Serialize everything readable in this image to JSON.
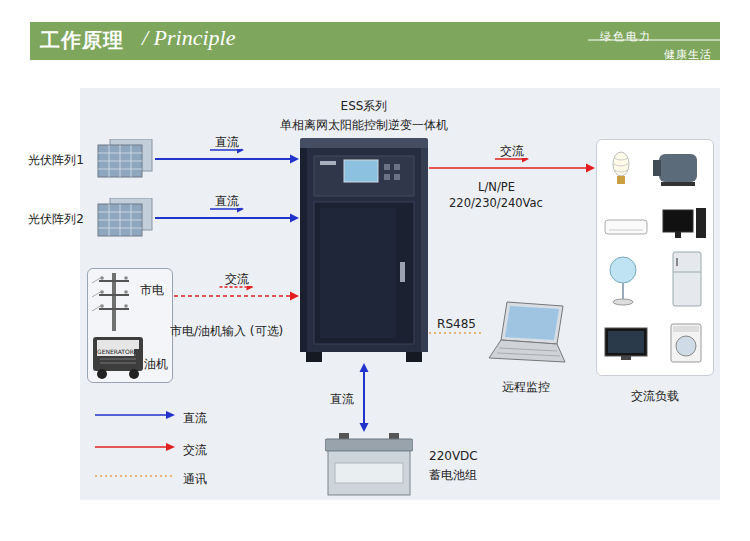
{
  "diagram": {
    "title": "工作原理",
    "nodes": [
      {
        "text": [
          "ESS系列",
          "单相离网太阳能控制逆变一体机"
        ]
      },
      {
        "text": [
          "光伏阵列1"
        ]
      },
      {
        "text": [
          "光伏阵列2"
        ]
      },
      {
        "text": [
          "市电",
          "油机"
        ]
      },
      {
        "text": [
          "交流负载"
        ]
      },
      {
        "text": [
          "远程监控"
        ]
      },
      {
        "text": [
          "220VDC",
          "蓄电池组"
        ]
      }
    ],
    "edges": [
      {
        "from": 1,
        "to": 0,
        "label": "直流",
        "arrow": "to"
      },
      {
        "from": 2,
        "to": 0,
        "label": "直流",
        "arrow": "to"
      },
      {
        "from": 3,
        "to": 0,
        "label": "交流",
        "arrow": "to"
      },
      {
        "from": 0,
        "to": 4,
        "label": "交流",
        "arrow": "to"
      },
      {
        "from": 0,
        "to": 5,
        "label": "RS485",
        "arrow": "none"
      },
      {
        "from": 0,
        "to": 6,
        "label": "直流",
        "arrow": "both"
      }
    ],
    "labels": [
      "/ Principle",
      "绿色电力",
      "健康生活",
      "L/N/PE",
      "220/230/240Vac",
      "市电/油机输入 (可选)",
      "GENERATOR"
    ],
    "legend": [
      {
        "text": "直流"
      },
      {
        "text": "交流"
      },
      {
        "text": "通讯"
      }
    ]
  }
}
